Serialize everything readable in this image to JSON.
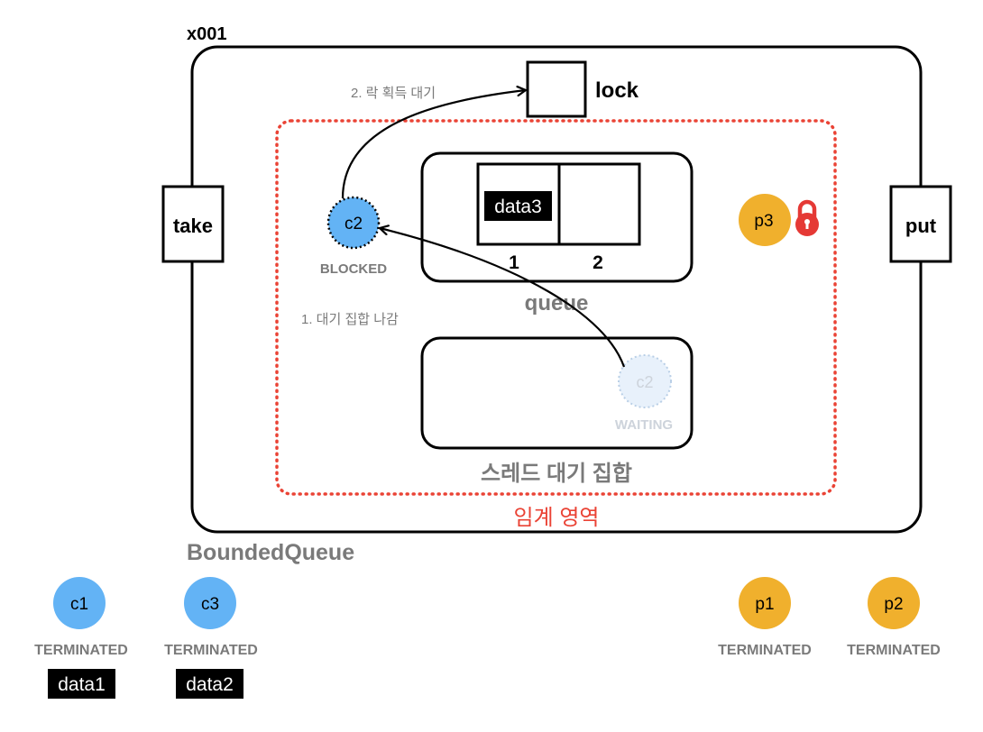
{
  "instance_id": "x001",
  "class_name": "BoundedQueue",
  "lock": {
    "label": "lock"
  },
  "methods": {
    "take": "take",
    "put": "put"
  },
  "critical_section": {
    "label": "임계 영역",
    "color": "#ea4335"
  },
  "queue": {
    "label": "queue",
    "slots": [
      {
        "index": "1",
        "value": "data3"
      },
      {
        "index": "2",
        "value": ""
      }
    ]
  },
  "wait_set": {
    "label": "스레드 대기 집합",
    "thread": {
      "name": "c2",
      "state": "WAITING"
    }
  },
  "blocked_thread": {
    "name": "c2",
    "state": "BLOCKED"
  },
  "lock_holder": {
    "name": "p3",
    "icon": "padlock-icon"
  },
  "steps": {
    "step1": "1.  대기 집합 나감",
    "step2": "2. 락 획득 대기"
  },
  "consumers": [
    {
      "name": "c1",
      "state": "TERMINATED",
      "data": "data1"
    },
    {
      "name": "c3",
      "state": "TERMINATED",
      "data": "data2"
    }
  ],
  "producers": [
    {
      "name": "p1",
      "state": "TERMINATED"
    },
    {
      "name": "p2",
      "state": "TERMINATED"
    }
  ],
  "colors": {
    "consumer": "#63b3f5",
    "producer": "#f0b02d",
    "waiting_fill": "#e8f1fb",
    "waiting_stroke": "#b9cfe6",
    "lock_red": "#e53935",
    "data_bg": "#000000"
  }
}
